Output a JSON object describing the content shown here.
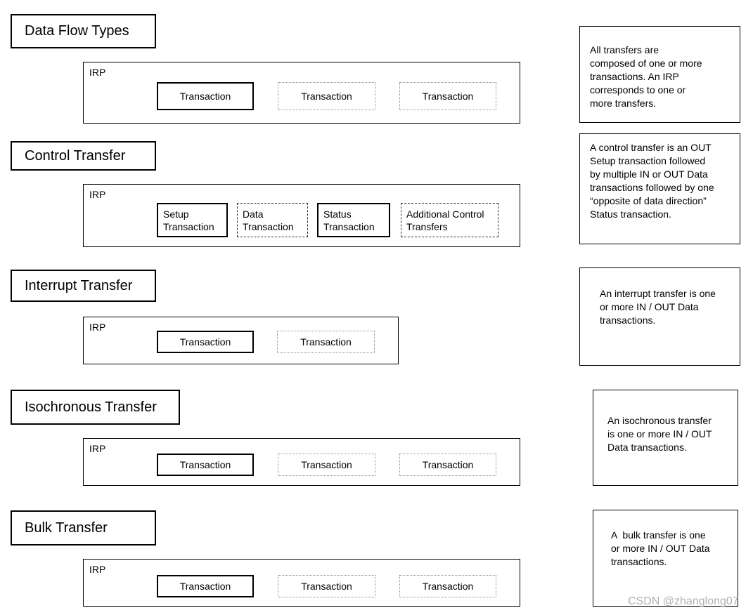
{
  "sections": [
    {
      "title": "Data Flow Types",
      "irp_label": "IRP",
      "transactions": [
        {
          "label": "Transaction",
          "style": "solid"
        },
        {
          "label": "Transaction",
          "style": "dotted"
        },
        {
          "label": "Transaction",
          "style": "dotted"
        }
      ],
      "note": "All transfers are\ncomposed of one or more\ntransactions. An IRP\ncorresponds to one or\nmore transfers."
    },
    {
      "title": "Control Transfer",
      "irp_label": "IRP",
      "transactions": [
        {
          "label": "Setup Transaction",
          "style": "solid"
        },
        {
          "label": "Data Transaction",
          "style": "dashed"
        },
        {
          "label": "Status Transaction",
          "style": "solid"
        },
        {
          "label": "Additional Control Transfers",
          "style": "dashed"
        }
      ],
      "note": "A control transfer is an OUT\nSetup transaction followed\nby multiple IN or OUT Data\ntransactions followed by one\n“opposite of data direction”\nStatus transaction."
    },
    {
      "title": "Interrupt Transfer",
      "irp_label": "IRP",
      "transactions": [
        {
          "label": "Transaction",
          "style": "solid"
        },
        {
          "label": "Transaction",
          "style": "dotted"
        }
      ],
      "note": "An interrupt transfer is one\nor more IN / OUT Data\ntransactions."
    },
    {
      "title": "Isochronous Transfer",
      "irp_label": "IRP",
      "transactions": [
        {
          "label": "Transaction",
          "style": "solid"
        },
        {
          "label": "Transaction",
          "style": "dotted"
        },
        {
          "label": "Transaction",
          "style": "dotted"
        }
      ],
      "note": "An isochronous transfer\nis one or more IN / OUT\nData transactions."
    },
    {
      "title": "Bulk Transfer",
      "irp_label": "IRP",
      "transactions": [
        {
          "label": "Transaction",
          "style": "solid"
        },
        {
          "label": "Transaction",
          "style": "dotted"
        },
        {
          "label": "Transaction",
          "style": "dotted"
        }
      ],
      "note": "A  bulk transfer is one\nor more IN / OUT Data\ntransactions."
    }
  ],
  "watermark": "CSDN @zhanglong07",
  "colors": {
    "background": "#ffffff",
    "border": "#000000",
    "ghost_border": "#8f8f8f",
    "dashed_border": "#2f2f2f",
    "watermark": "#b0b0b0"
  }
}
